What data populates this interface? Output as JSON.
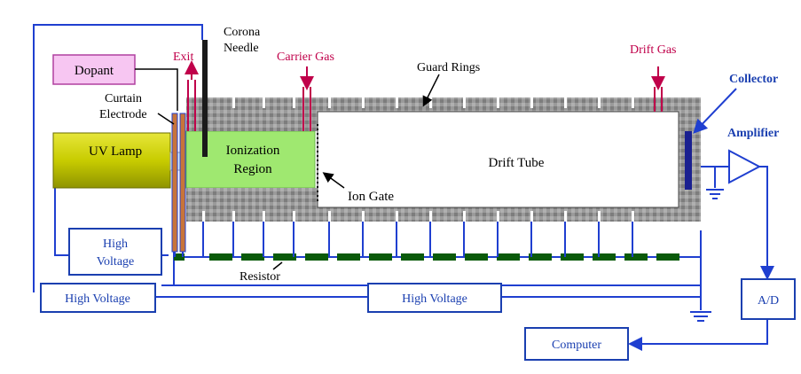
{
  "colors": {
    "wire": "#1f3fd0",
    "label_accent": "#c0004a",
    "box_border": "#1a3fb0",
    "uv_lamp": "#c8cc00",
    "ionization": "#9fe870",
    "dopant_fill": "#f7c6f2",
    "dopant_border": "#b040a0",
    "resistor": "#0a5a0a",
    "guard_ring": "#8a8a8a",
    "collector": "#1a2090"
  },
  "labels": {
    "corona_needle": [
      "Corona",
      "Needle"
    ],
    "exit": "Exit",
    "carrier_gas": "Carrier Gas",
    "guard_rings": "Guard Rings",
    "drift_gas": "Drift Gas",
    "collector": "Collector",
    "amplifier": "Amplifier",
    "dopant": "Dopant",
    "curtain_electrode": [
      "Curtain",
      "Electrode"
    ],
    "uv_lamp": "UV Lamp",
    "ionization_region": [
      "Ionization",
      "Region"
    ],
    "drift_tube": "Drift Tube",
    "ion_gate": "Ion Gate",
    "resistor": "Resistor",
    "high_voltage_1": [
      "High",
      "Voltage"
    ],
    "high_voltage_2": "High Voltage",
    "high_voltage_3": "High Voltage",
    "ad": "A/D",
    "computer": "Computer"
  }
}
